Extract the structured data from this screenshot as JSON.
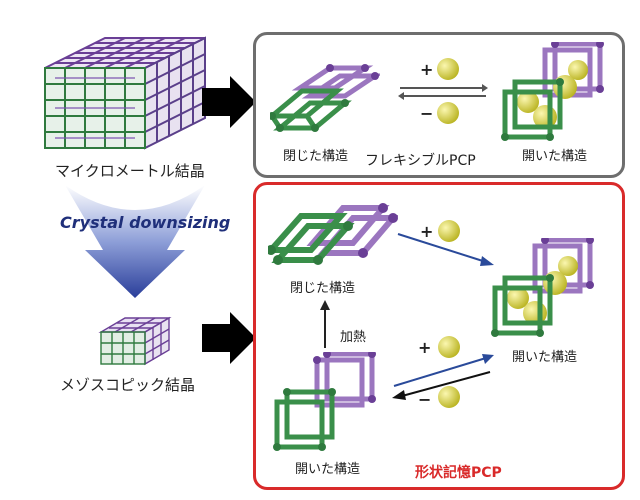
{
  "colors": {
    "green": "#3a8f4a",
    "green_node": "#2f7a3e",
    "purple": "#8a5fb5",
    "purple_node": "#6a3f96",
    "guest": "#d8d23a",
    "panel_top_border": "#6e6e6e",
    "panel_bottom_border": "#d92a2a",
    "downsizing_text": "#1f2f7a",
    "arrow_blue": "#2a4a9a"
  },
  "left": {
    "micro_label": "マイクロメートル結晶",
    "downsizing_label": "Crystal downsizing",
    "meso_label": "メゾスコピック結晶"
  },
  "top_panel": {
    "closed_label": "閉じた構造",
    "title": "フレキシブルPCP",
    "open_label": "開いた構造",
    "plus": "+",
    "minus": "−"
  },
  "bottom_panel": {
    "closed_label": "閉じた構造",
    "heat_label": "加熱",
    "open_right_label": "開いた構造",
    "open_bottom_label": "開いた構造",
    "title": "形状記憶PCP",
    "plus_upper": "+",
    "plus_lower": "+",
    "minus": "−"
  }
}
